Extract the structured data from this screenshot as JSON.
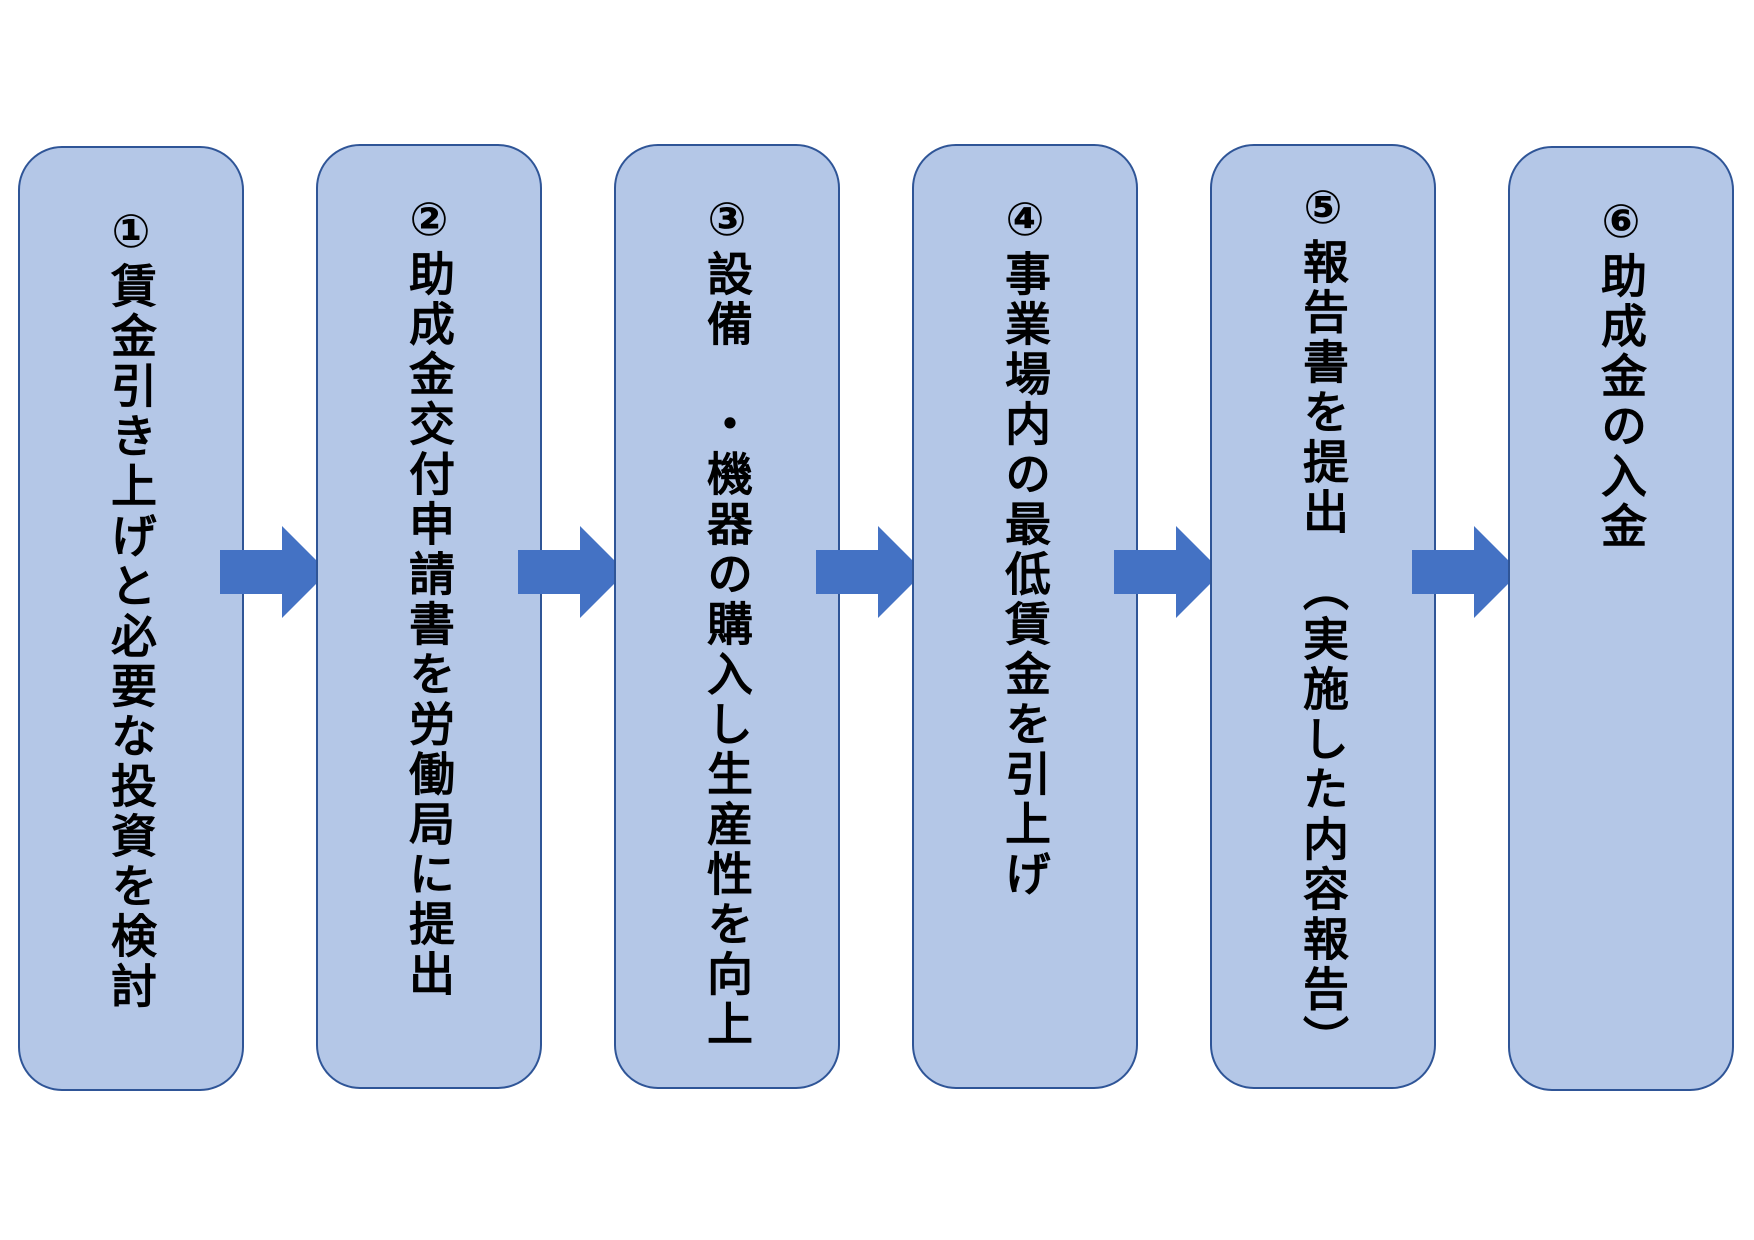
{
  "steps": [
    {
      "number": "①",
      "label": "①賃金引き上げと必要な投資を検討"
    },
    {
      "number": "②",
      "label": "②助成金交付申請書を労働局に提出"
    },
    {
      "number": "③",
      "label": "③設備　・機器の購入し生産性を向上"
    },
    {
      "number": "④",
      "label": "④事業場内の最低賃金を引上げ"
    },
    {
      "number": "⑤",
      "label": "⑤報告書を提出　（実施した内容報告）"
    },
    {
      "number": "⑥",
      "label": "⑥助成金の入金"
    }
  ],
  "colors": {
    "box_fill": "#b4c7e7",
    "box_border": "#2f5597",
    "arrow_fill": "#4472c4"
  }
}
